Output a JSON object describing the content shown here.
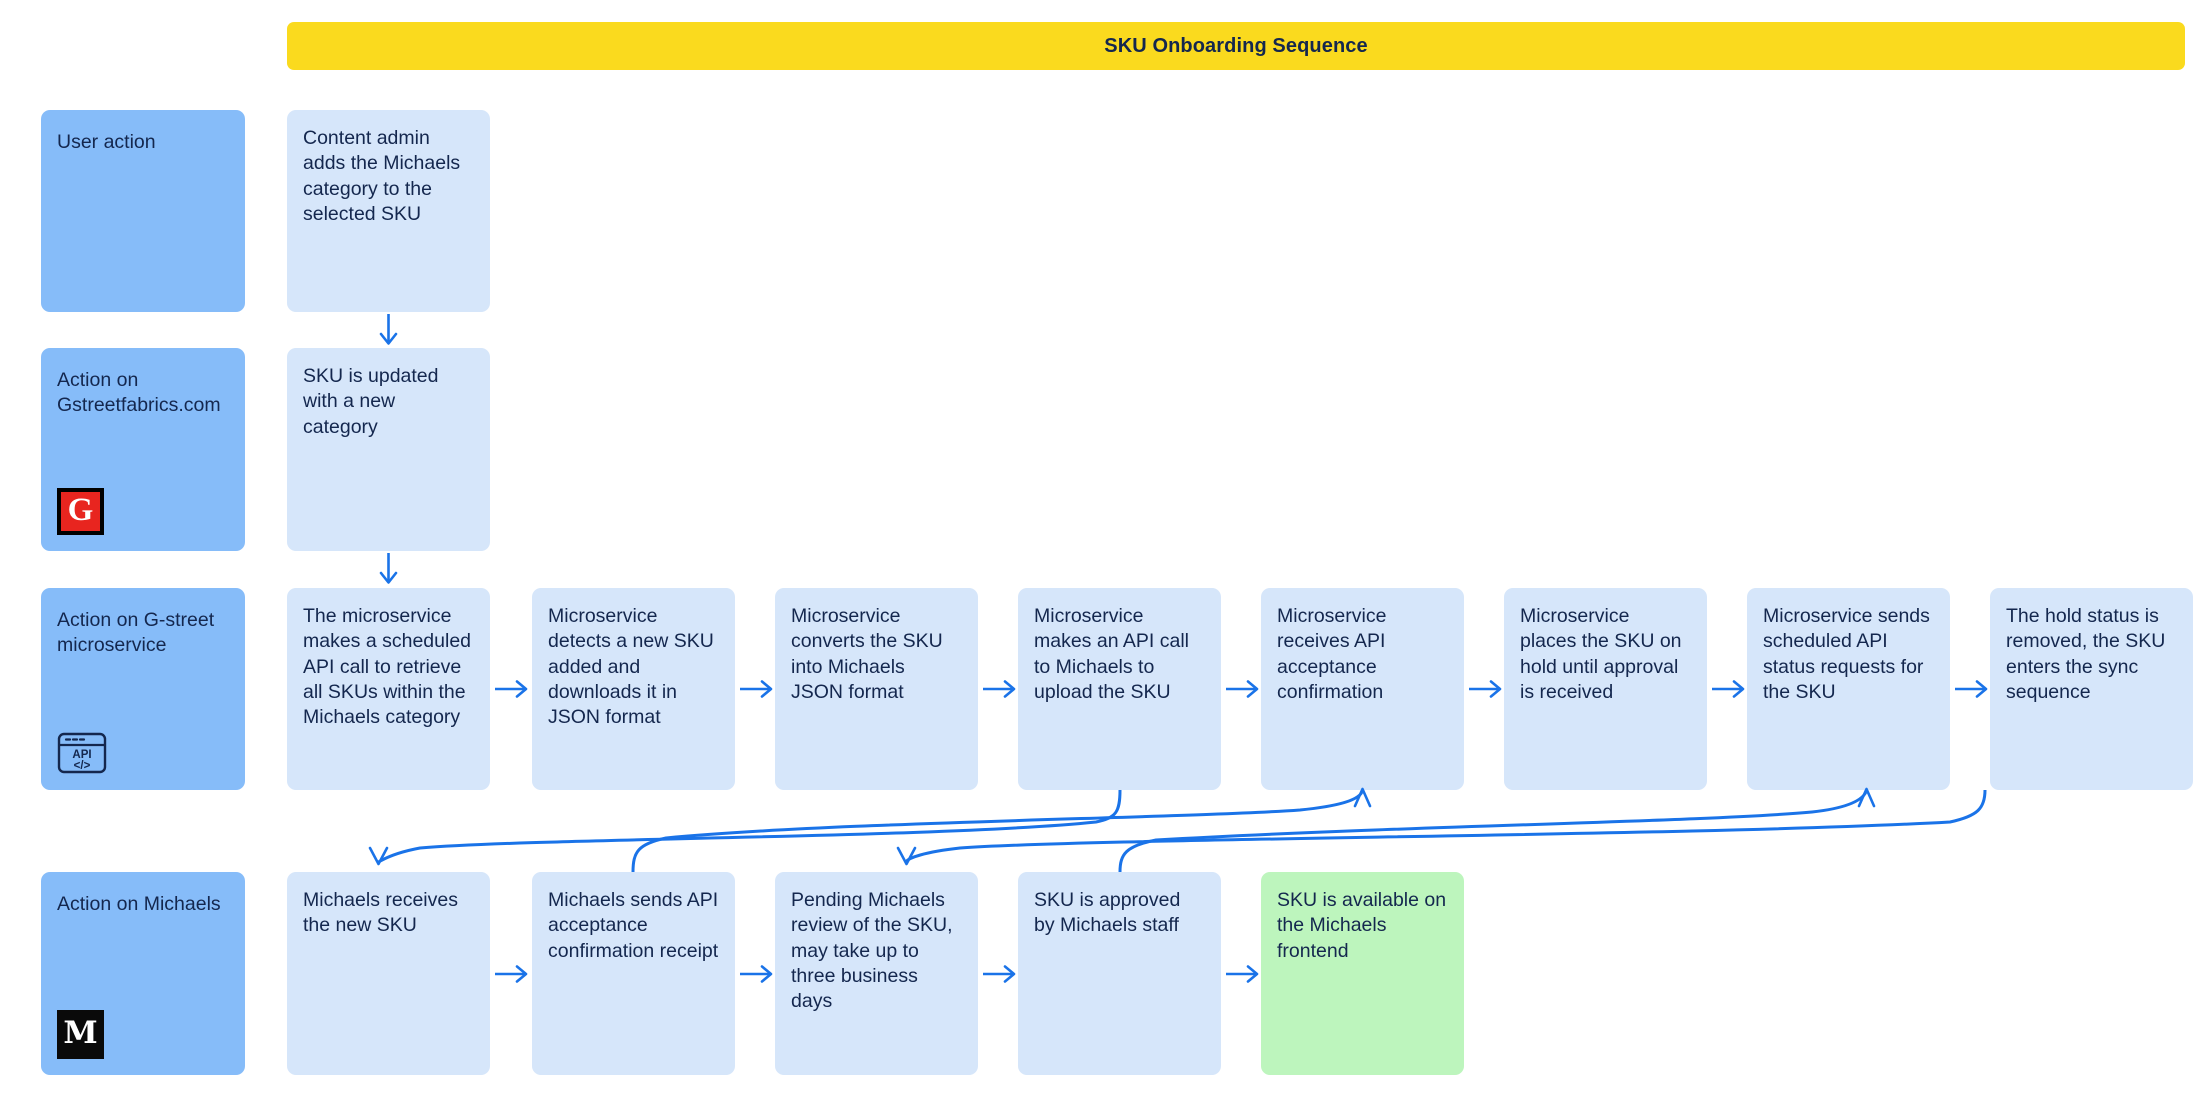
{
  "banner": {
    "title": "SKU Onboarding Sequence",
    "color": "#fada1e"
  },
  "colors": {
    "lane_card": "#86bcf9",
    "step_box": "#d6e6fa",
    "step_box_success": "#bdf5bd",
    "arrow": "#1a73e8",
    "text": "#14274e",
    "gstreet_logo_bg": "#e8251f",
    "michaels_logo_bg": "#0a0a0a"
  },
  "lanes": [
    {
      "label": "User action",
      "icon": null
    },
    {
      "label": "Action on Gstreetfabrics.com",
      "icon": "gstreet-logo-icon",
      "icon_letter": "G"
    },
    {
      "label": "Action on G-street microservice",
      "icon": "api-window-icon",
      "icon_text_top": "API",
      "icon_text_bottom": "</>"
    },
    {
      "label": "Action on Michaels",
      "icon": "michaels-logo-icon",
      "icon_letter": "M"
    }
  ],
  "rows": [
    {
      "lane": "User action",
      "steps": [
        {
          "text": "Content admin adds the Michaels category to the selected SKU",
          "state": "normal"
        }
      ]
    },
    {
      "lane": "Action on Gstreetfabrics.com",
      "steps": [
        {
          "text": "SKU is updated with a new category",
          "state": "normal"
        }
      ]
    },
    {
      "lane": "Action on G-street microservice",
      "steps": [
        {
          "text": "The microservice makes a scheduled API call to retrieve all SKUs within the Michaels category",
          "state": "normal"
        },
        {
          "text": "Microservice detects a new SKU added and downloads it in JSON format",
          "state": "normal"
        },
        {
          "text": "Microservice converts the SKU into Michaels JSON format",
          "state": "normal"
        },
        {
          "text": "Microservice makes an API call to Michaels to upload the SKU",
          "state": "normal"
        },
        {
          "text": "Microservice receives API acceptance confirmation",
          "state": "normal"
        },
        {
          "text": "Microservice places the SKU on hold until approval is received",
          "state": "normal"
        },
        {
          "text": "Microservice sends scheduled API status requests for the SKU",
          "state": "normal"
        },
        {
          "text": "The hold status is removed, the SKU enters the sync sequence",
          "state": "normal"
        }
      ]
    },
    {
      "lane": "Action on Michaels",
      "steps": [
        {
          "text": "Michaels receives the new SKU",
          "state": "normal"
        },
        {
          "text": "Michaels sends API acceptance confirmation receipt",
          "state": "normal"
        },
        {
          "text": "Pending Michaels review of the SKU, may take up to three business days",
          "state": "normal"
        },
        {
          "text": "SKU is approved by Michaels staff",
          "state": "normal"
        },
        {
          "text": "SKU is available on the Michaels frontend",
          "state": "success"
        }
      ]
    }
  ],
  "connectors": {
    "vertical_down_arrows": 2,
    "horizontal_row3_arrows": 7,
    "horizontal_row4_arrows": 4,
    "cross_lane_curves": 4
  }
}
